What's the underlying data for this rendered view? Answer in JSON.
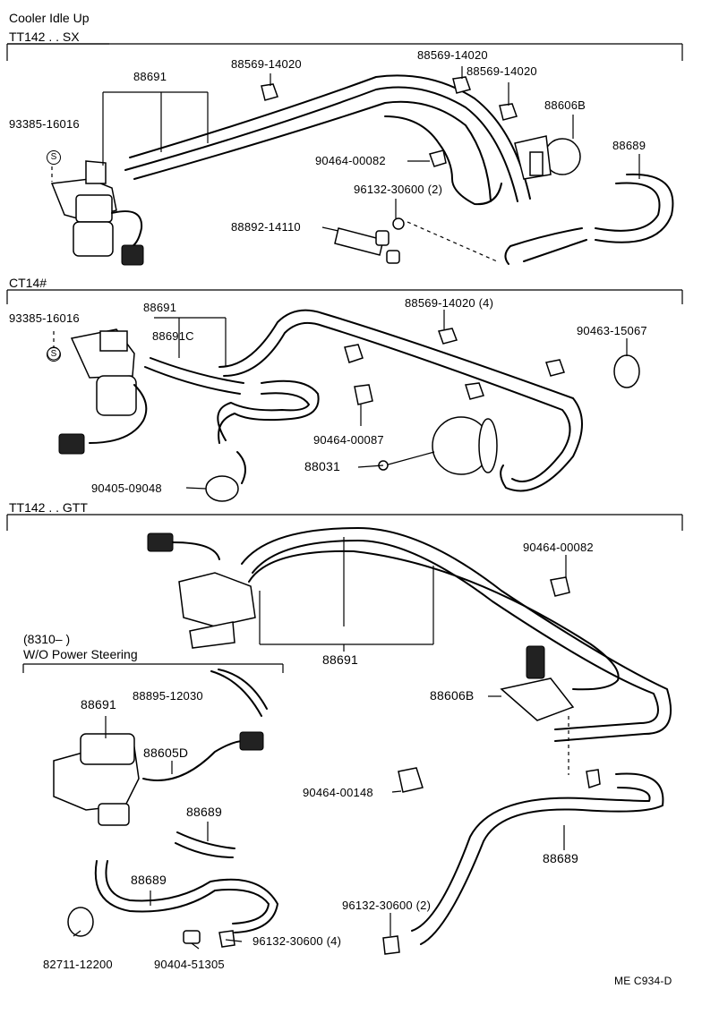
{
  "title": "Cooler Idle Up",
  "sections": [
    {
      "header": "TT142 . . SX"
    },
    {
      "header": "CT14#"
    },
    {
      "header": "TT142 . . GTT"
    }
  ],
  "subsection": {
    "line1": "(8310–          )",
    "line2": "W/O Power Steering"
  },
  "labels": {
    "s1_88691": "88691",
    "s1_88569a": "88569-14020",
    "s1_88569b": "88569-14020",
    "s1_88569c": "88569-14020",
    "s1_88606b": "88606B",
    "s1_93385": "93385-16016",
    "s1_88689": "88689",
    "s1_90464": "90464-00082",
    "s1_96132": "96132-30600 (2)",
    "s1_88892": "88892-14110",
    "s2_88691": "88691",
    "s2_88691c": "88691C",
    "s2_93385": "93385-16016",
    "s2_88569": "88569-14020 (4)",
    "s2_90463": "90463-15067",
    "s2_90464": "90464-00087",
    "s2_88031": "88031",
    "s2_90405": "90405-09048",
    "s3_90464a": "90464-00082",
    "s3_88691": "88691",
    "s3_88606b": "88606B",
    "s3_90464b": "90464-00148",
    "s3_88689": "88689",
    "s3_96132": "96132-30600 (2)",
    "s4_88691": "88691",
    "s4_88895": "88895-12030",
    "s4_88605d": "88605D",
    "s4_88689a": "88689",
    "s4_88689b": "88689",
    "s4_82711": "82711-12200",
    "s4_90404": "90404-51305",
    "s4_96132": "96132-30600 (4)"
  },
  "circle_marker": "S",
  "footer_code": "ME C934-D"
}
